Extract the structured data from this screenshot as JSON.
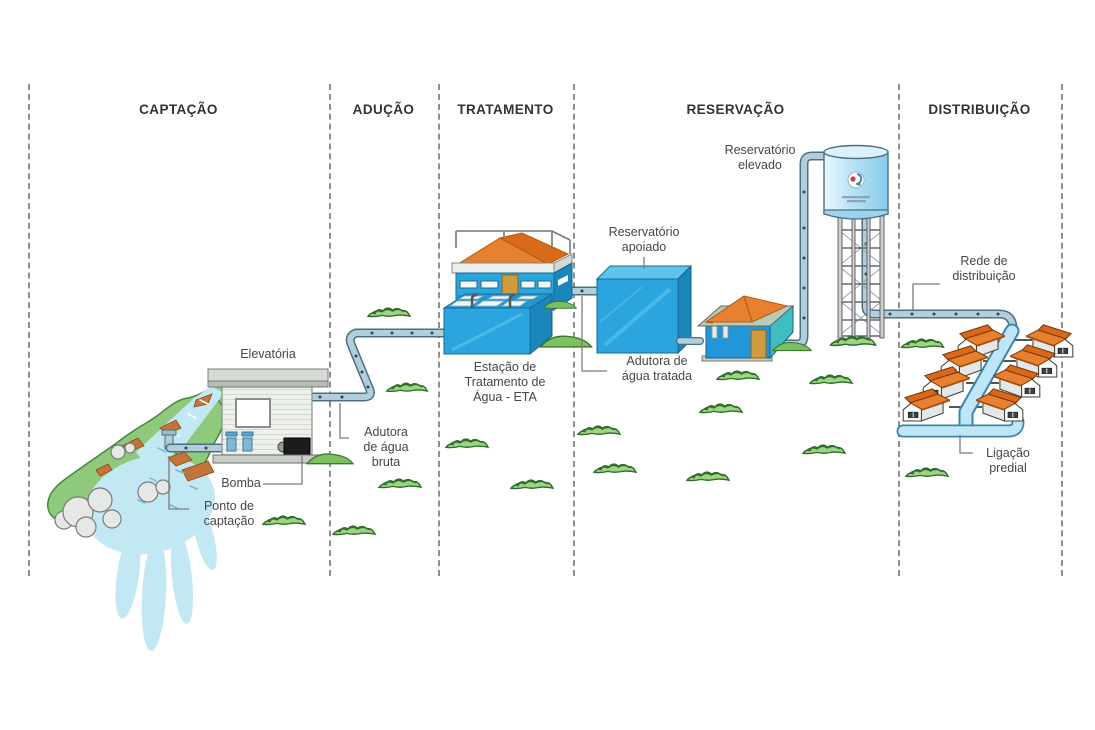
{
  "sections": [
    {
      "label": "CAPTAÇÃO"
    },
    {
      "label": "ADUÇÃO"
    },
    {
      "label": "TRATAMENTO"
    },
    {
      "label": "RESERVAÇÃO"
    },
    {
      "label": "DISTRIBUIÇÃO"
    }
  ],
  "labels": {
    "elevatoria": "Elevatória",
    "bomba": "Bomba",
    "ponto_captacao": "Ponto de\ncaptação",
    "adutora_bruta": "Adutora\nde água\nbruta",
    "eta": "Estação de\nTratamento de\nÁgua - ETA",
    "reservatorio_apoiado": "Reservatório\napoiado",
    "adutora_tratada": "Adutora de\nágua tratada",
    "reservatorio_elevado": "Reservatório\nelevado",
    "rede_distribuicao": "Rede de\ndistribuição",
    "ligacao_predial": "Ligação\npredial"
  },
  "colors": {
    "tank_blue": "#29a5dd",
    "tank_blue_dark": "#1b86ba",
    "roof_orange": "#e8812f",
    "pipe_steel": "#b3cdd9",
    "street_pipe_blue": "#bfe6f7",
    "grass_green": "#9fd487",
    "bank_green": "#8fca7c",
    "water_light": "#c2e8f3",
    "label_text": "#464646"
  }
}
